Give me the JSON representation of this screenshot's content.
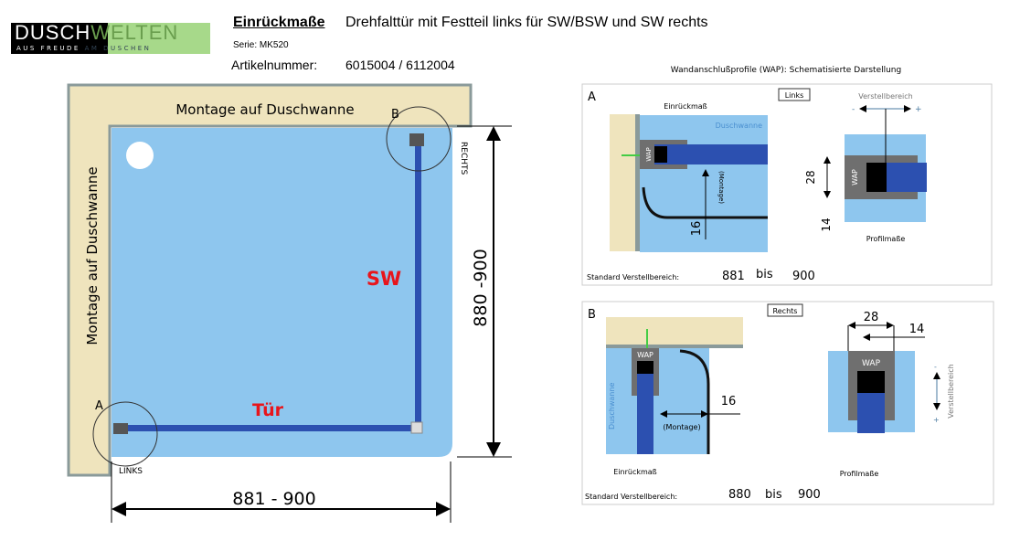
{
  "logo": {
    "part1": "DUSCH",
    "part2": "WELTEN",
    "tagline1": "AUS FREUDE",
    "tagline2": "AM DUSCHEN"
  },
  "header": {
    "heading": "Einrückmaße",
    "title": "Drehfalttür mit Festteil links für SW/BSW und SW rechts",
    "series": "Serie: MK520",
    "article_label": "Artikelnummer:",
    "article_numbers": "6015004 / 6112004"
  },
  "main": {
    "wall_top": "Montage auf Duschwanne",
    "wall_left": "Montage auf Duschwanne",
    "sw": "SW",
    "door": "Tür",
    "a": "A",
    "b": "B",
    "links": "LINKS",
    "rechts": "RECHTS",
    "width_dim": "881 - 900",
    "depth_dim": "880 -900"
  },
  "wap": {
    "title": "Wandanschlußprofile (WAP): Schematisierte Darstellung",
    "a": {
      "letter": "A",
      "side": "Links",
      "einrueck": "Einrückmaß",
      "tray": "Duschwanne",
      "wap": "WAP",
      "montage": "(Montage)",
      "dim16": "16",
      "range_label": "Verstellbereich",
      "minus": "-",
      "plus": "+",
      "dim28": "28",
      "dim14": "14",
      "profil": "Profilmaße",
      "std_label": "Standard Verstellbereich:",
      "from": "881",
      "bis": "bis",
      "to": "900"
    },
    "b": {
      "letter": "B",
      "side": "Rechts",
      "einrueck": "Einrückmaß",
      "tray": "Duschwanne",
      "wap": "WAP",
      "montage": "(Montage)",
      "dim16": "16",
      "range_label": "Verstellbereich",
      "minus": "-",
      "plus": "+",
      "dim28": "28",
      "dim14": "14",
      "profil": "Profilmaße",
      "std_label": "Standard Verstellbereich:",
      "from": "880",
      "bis": "bis",
      "to": "900"
    }
  },
  "colors": {
    "wall": "#efe4bd",
    "tray": "#8ec6ee",
    "profile": "#2c50b0",
    "wap": "#6f6f6f",
    "label_red": "#e8151b"
  }
}
